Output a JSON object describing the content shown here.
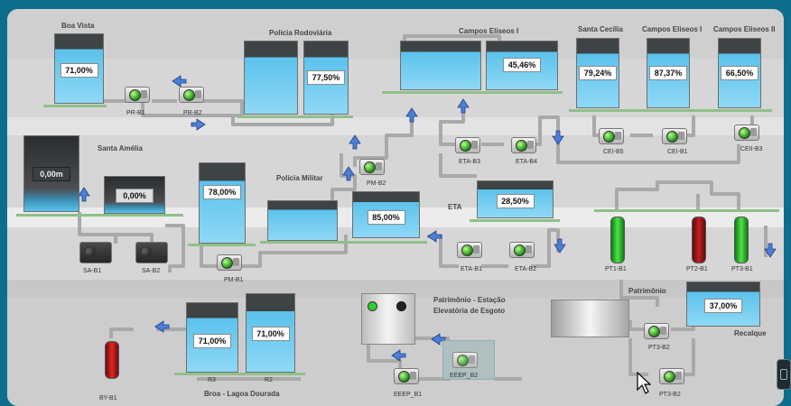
{
  "areas": {
    "boa_vista": "Boa Vista",
    "policia_rodoviaria": "Polícia Rodoviária",
    "campos_eliseos_i_main": "Campos Eliseos I",
    "santa_cecilia": "Santa Cecília",
    "campos_eliseos_i": "Campos Eliseos I",
    "campos_eliseos_ii": "Campos Eliseos II",
    "santa_amelia": "Santa Amélia",
    "policia_militar": "Polícia Militar",
    "eta": "ETA",
    "patrimonio": "Patrimônio",
    "patrimonio_estacao": "Patrimônio - Estação",
    "elevatoria": "Elevatória de Esgoto",
    "recalque": "Recalque",
    "broa": "Broa - Lagoa Dourada"
  },
  "tanks": {
    "boa_vista": {
      "value": "71,00%",
      "level": 0.71
    },
    "policia_rodoviaria": {
      "value": "77,50%",
      "level": 0.775
    },
    "campos_eliseos_i": {
      "value": "45,46%",
      "level": 0.4546
    },
    "santa_cecilia": {
      "value": "79,24%",
      "level": 0.7924
    },
    "campos_eliseos_i_b": {
      "value": "87,37%",
      "level": 0.8737
    },
    "campos_eliseos_ii": {
      "value": "66,50%",
      "level": 0.665
    },
    "santa_amelia_1": {
      "value": "0,00m",
      "level": 0
    },
    "santa_amelia_2": {
      "value": "0,00%",
      "level": 0
    },
    "policia_militar_1": {
      "value": "78,00%",
      "level": 0.78
    },
    "policia_militar_2": {
      "value": "85,00%",
      "level": 0.85
    },
    "eta": {
      "value": "28,50%",
      "level": 0.285
    },
    "recalque": {
      "value": "37,00%",
      "level": 0.37
    },
    "r3": {
      "value": "71,00%",
      "level": 0.71,
      "label": "R3"
    },
    "r2": {
      "value": "71,00%",
      "level": 0.71,
      "label": "R2"
    }
  },
  "pumps": {
    "pr_b1": "PR-B1",
    "pr_b2": "PR-B2",
    "eta_b3": "ETA-B3",
    "eta_b4": "ETA-B4",
    "cei_b5": "CEI-B5",
    "cei_b1": "CEI-B1",
    "ceii_b3": "CEII-B3",
    "pm_b2": "PM-B2",
    "pm_b1": "PM-B1",
    "sa_b1": "SA-B1",
    "sa_b2": "SA-B2",
    "eta_b1": "ETA-B1",
    "eta_b2": "ETA-B2",
    "pt1_b1": "PT1-B1",
    "pt2_b1": "PT2-B1",
    "pt3_b1": "PT3-B1",
    "pt3_b2_top": "PT3-B2",
    "pt3_b2_bottom": "PT3-B2",
    "eeep_b1": "EEEP_B1",
    "eeep_b2": "EEEP_B2",
    "by_b1": "BY-B1"
  },
  "colors": {
    "background": "#0f6d8c",
    "panel": "#d6d6d6",
    "water": "#5bc2ec",
    "pump_on": "#2ecc2e",
    "pump_off": "#d42020",
    "arrow": "#4d7fd6"
  }
}
